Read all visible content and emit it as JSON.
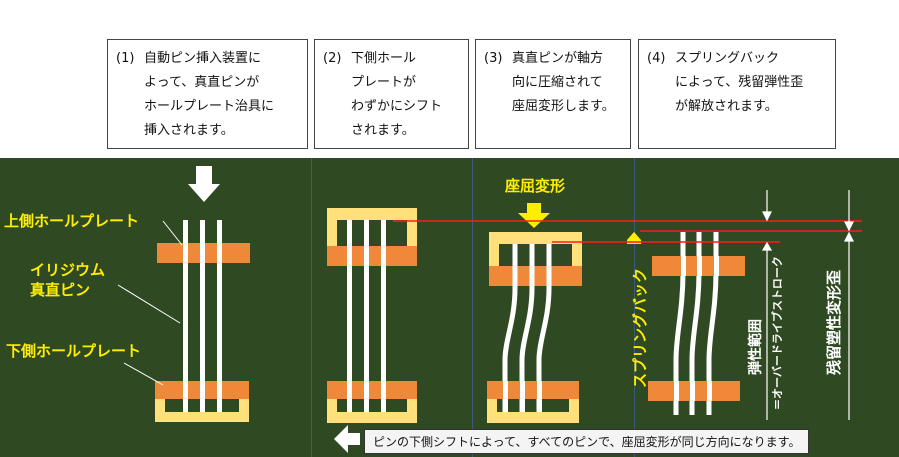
{
  "captions": [
    {
      "num": "(1)",
      "text": "自動ピン挿入装置に\nよって、真直ピンが\nホールプレート治具に\n挿入されます。"
    },
    {
      "num": "(2)",
      "text": "下側ホール\nプレートが\nわずかにシフト\nされます。"
    },
    {
      "num": "(3)",
      "text": "真直ピンが軸方\n向に圧縮されて\n座屈変形します。"
    },
    {
      "num": "(4)",
      "text": "スプリングバック\nによって、残留弾性歪\nが解放されます。"
    }
  ],
  "labels": {
    "upper_plate": "上側ホールプレート",
    "iridium_pin": "イリジウム\n真直ピン",
    "lower_plate": "下側ホールプレート",
    "buckling": "座屈変形",
    "springback": "スプリングバック",
    "elastic_range_1": "弾性範囲",
    "elastic_range_2": "＝オーバードライブストローク",
    "residual_strain": "残留塑性変形歪",
    "bottom_note": "ピンの下側シフトによって、すべてのピンで、座屈変形が同じ方向になります。"
  },
  "colors": {
    "panel": "#2f4a22",
    "plate_orange": "#f0883a",
    "plate_yellow": "#ffe07a",
    "pin": "#ffffff",
    "red_line": "#ff1a1a",
    "label_yellow": "#ffee00",
    "arrow_yellow": "#ffee00"
  }
}
